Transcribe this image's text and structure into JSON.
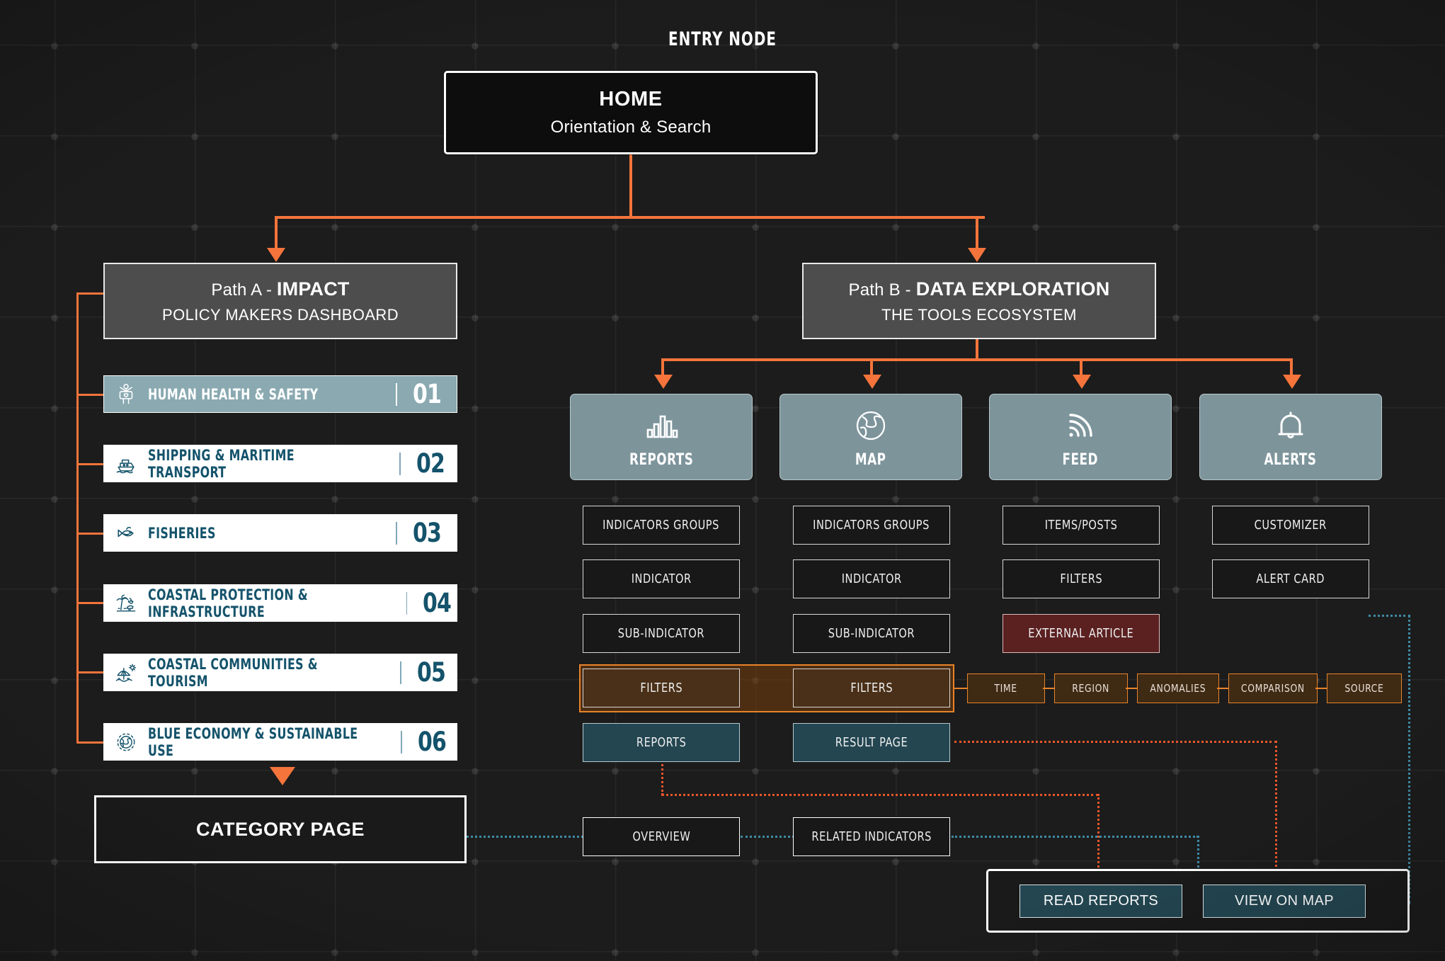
{
  "entry": {
    "label": "ENTRY NODE",
    "home_title": "HOME",
    "home_subtitle": "Orientation & Search"
  },
  "paths": {
    "a": {
      "kicker": "Path A - ",
      "title": "IMPACT",
      "subtitle": "POLICY MAKERS DASHBOARD"
    },
    "b": {
      "kicker": "Path B - ",
      "title": "DATA EXPLORATION",
      "subtitle": "THE TOOLS ECOSYSTEM"
    }
  },
  "categories": [
    {
      "label": "HUMAN HEALTH & SAFETY",
      "number": "01",
      "icon": "person-health-icon",
      "active": true
    },
    {
      "label": "SHIPPING & MARITIME TRANSPORT",
      "number": "02",
      "icon": "ship-icon",
      "active": false
    },
    {
      "label": "FISHERIES",
      "number": "03",
      "icon": "fish-icon",
      "active": false
    },
    {
      "label": "COASTAL PROTECTION & INFRASTRUCTURE",
      "number": "04",
      "icon": "palm-coast-icon",
      "active": false
    },
    {
      "label": "COASTAL COMMUNITIES & TOURISM",
      "number": "05",
      "icon": "beach-umbrella-icon",
      "active": false
    },
    {
      "label": "BLUE ECONOMY & SUSTAINABLE USE",
      "number": "06",
      "icon": "globe-dashed-icon",
      "active": false
    }
  ],
  "category_page": {
    "label": "CATEGORY PAGE"
  },
  "tools": [
    {
      "label": "REPORTS",
      "icon": "bar-chart-icon"
    },
    {
      "label": "MAP",
      "icon": "globe-icon"
    },
    {
      "label": "FEED",
      "icon": "rss-icon"
    },
    {
      "label": "ALERTS",
      "icon": "bell-icon"
    }
  ],
  "columns": {
    "reports": [
      "INDICATORS GROUPS",
      "INDICATOR",
      "SUB-INDICATOR",
      "FILTERS",
      "REPORTS",
      "OVERVIEW"
    ],
    "map": [
      "INDICATORS GROUPS",
      "INDICATOR",
      "SUB-INDICATOR",
      "FILTERS",
      "RESULT PAGE",
      "RELATED  INDICATORS"
    ],
    "feed": [
      "ITEMS/POSTS",
      "FILTERS",
      "EXTERNAL ARTICLE"
    ],
    "alerts": [
      "CUSTOMIZER",
      "ALERT CARD"
    ]
  },
  "filter_chips": [
    "TIME",
    "REGION",
    "ANOMALIES",
    "COMPARISON",
    "SOURCE"
  ],
  "cta": {
    "read_reports": "READ REPORTS",
    "view_on_map": "VIEW ON MAP"
  },
  "colors": {
    "background": "#1c1c1c",
    "accent_orange": "#f4743b",
    "dashed_orange": "#e8562a",
    "dashed_blue": "#3e8ba5",
    "teal_deep": "#14536b",
    "teal_box": "#234651",
    "tool_card": "#7d949b",
    "path_header": "#4d4d4d",
    "active_row": "#8aa9b1",
    "external_article": "#5b2020",
    "filters_highlight": "#e8842a"
  }
}
